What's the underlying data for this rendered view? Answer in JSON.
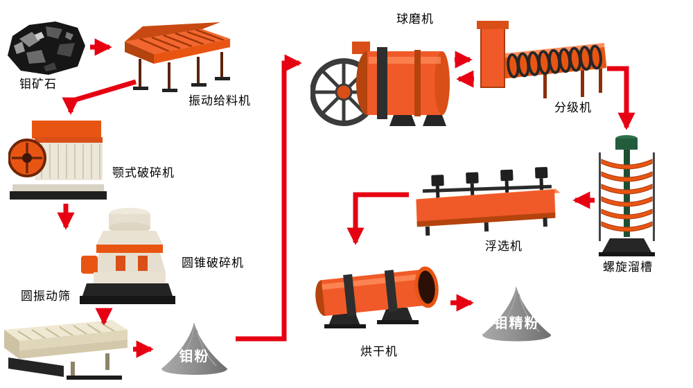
{
  "labels": {
    "ore": "钼矿石",
    "feeder": "振动给料机",
    "jaw_crusher": "颚式破碎机",
    "cone_crusher": "圆锥破碎机",
    "vibrating_screen": "圆振动筛",
    "powder": "钼粉",
    "ball_mill": "球磨机",
    "classifier": "分级机",
    "spiral_chute": "螺旋溜槽",
    "flotation_machine": "浮选机",
    "dryer": "烘干机",
    "concentrate": "钼精粉"
  },
  "flow": [
    {
      "from": "钼矿石",
      "to": "振动给料机"
    },
    {
      "from": "振动给料机",
      "to": "颚式破碎机"
    },
    {
      "from": "颚式破碎机",
      "to": "圆锥破碎机"
    },
    {
      "from": "圆锥破碎机",
      "to": "圆振动筛"
    },
    {
      "from": "圆振动筛",
      "to": "钼粉"
    },
    {
      "from": "钼粉",
      "to": "球磨机"
    },
    {
      "from": "球磨机",
      "to": "分级机"
    },
    {
      "from": "分级机",
      "to": "球磨机"
    },
    {
      "from": "分级机",
      "to": "螺旋溜槽"
    },
    {
      "from": "螺旋溜槽",
      "to": "浮选机"
    },
    {
      "from": "浮选机",
      "to": "烘干机"
    },
    {
      "from": "烘干机",
      "to": "钼精粉"
    }
  ],
  "colors": {
    "arrow_red": "#e60012",
    "machine_orange": "#f05a28",
    "machine_dark_orange": "#b4430e",
    "machine_cream": "#ece6d6",
    "machine_dark": "#262626",
    "chute_green": "#2e6e4a",
    "cone_gray": "#8f8f8f",
    "background": "#ffffff"
  }
}
